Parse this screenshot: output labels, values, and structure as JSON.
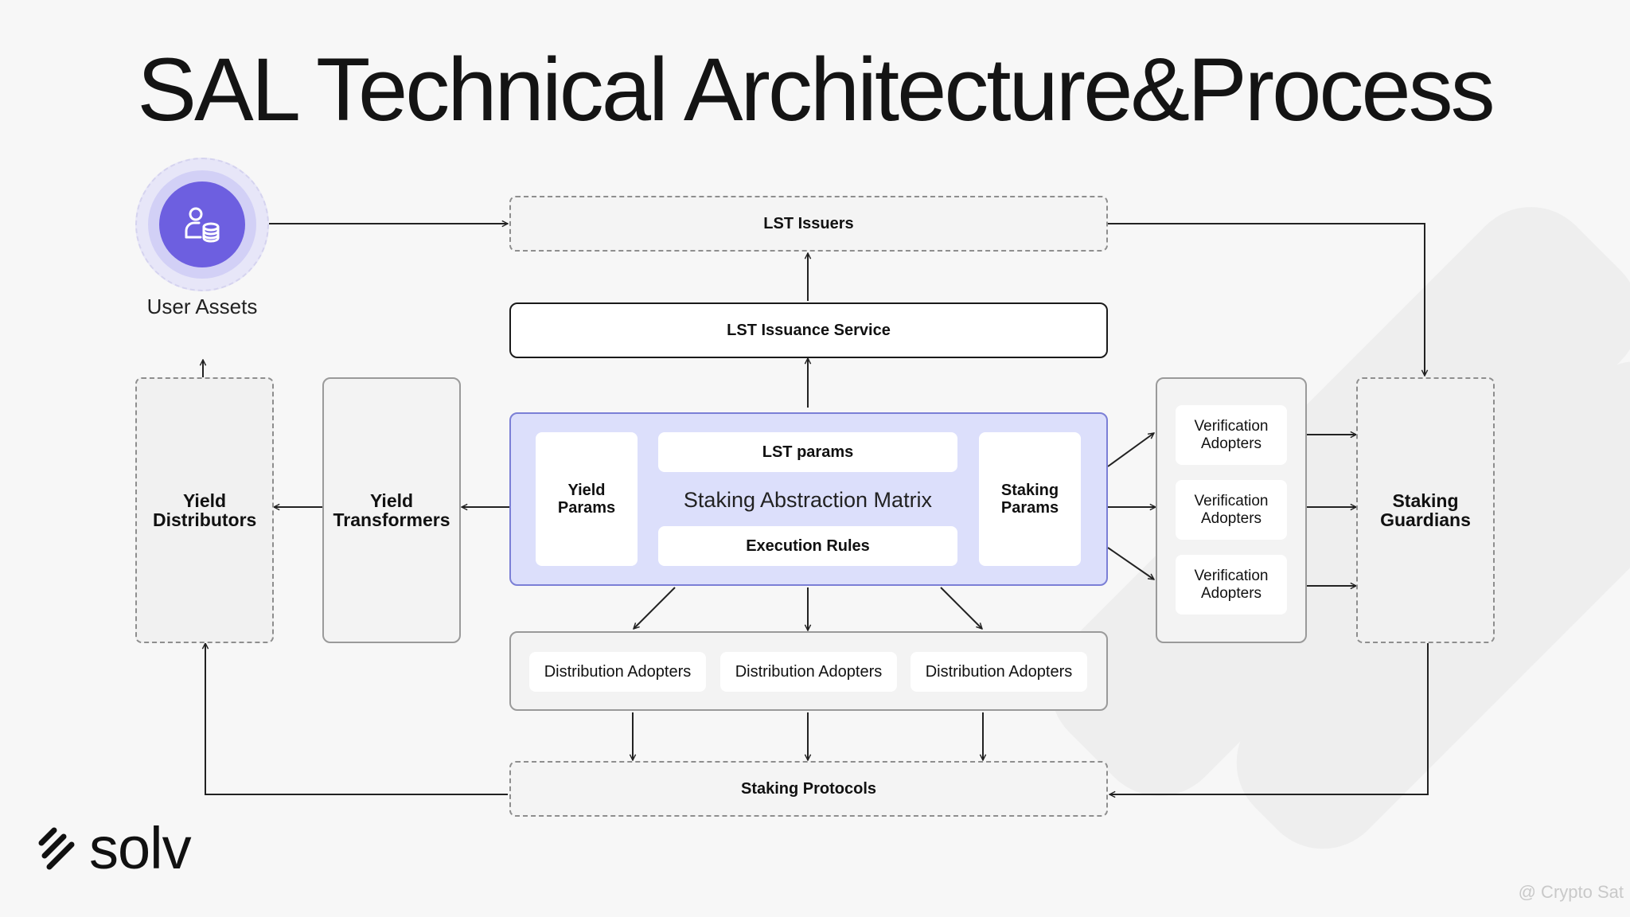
{
  "title": "SAL Technical Architecture&Process",
  "user_assets": {
    "label": "User Assets",
    "icon": "user-coins-icon"
  },
  "nodes": {
    "lst_issuers": "LST Issuers",
    "lst_issuance_service": "LST Issuance Service",
    "yield_distributors": "Yield Distributors",
    "yield_transformers": "Yield Transformers",
    "matrix": {
      "title": "Staking Abstraction Matrix",
      "lst_params": "LST params",
      "execution_rules": "Execution Rules",
      "yield_params": "Yield Params",
      "staking_params": "Staking Params"
    },
    "verification_adopters": [
      "Verification Adopters",
      "Verification Adopters",
      "Verification Adopters"
    ],
    "staking_guardians": "Staking Guardians",
    "distribution_adopters": [
      "Distribution Adopters",
      "Distribution Adopters",
      "Distribution Adopters"
    ],
    "staking_protocols": "Staking Protocols"
  },
  "brand": {
    "name": "solv",
    "accent": "#6d5fe0",
    "matrix_fill": "#dcdffb"
  },
  "watermark": "@ Crypto Sat"
}
